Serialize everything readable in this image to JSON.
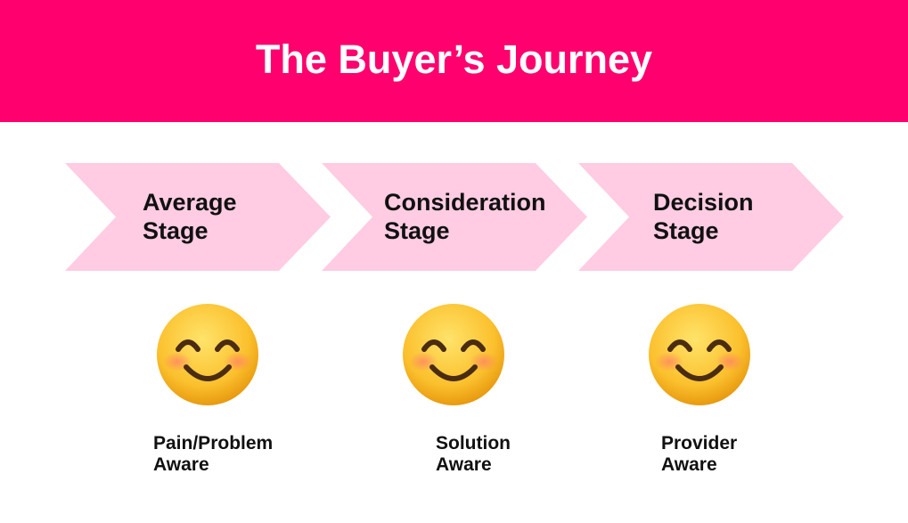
{
  "title": "The Buyer’s Journey",
  "stages": [
    {
      "line1": "Average",
      "line2": "Stage",
      "aware1": "Pain/Problem",
      "aware2": "Aware"
    },
    {
      "line1": "Consideration",
      "line2": "Stage",
      "aware1": "Solution",
      "aware2": "Aware"
    },
    {
      "line1": "Decision",
      "line2": "Stage",
      "aware1": "Provider",
      "aware2": "Aware"
    }
  ],
  "colors": {
    "header": "#FF006E",
    "chevron": "#FFCCE3"
  }
}
